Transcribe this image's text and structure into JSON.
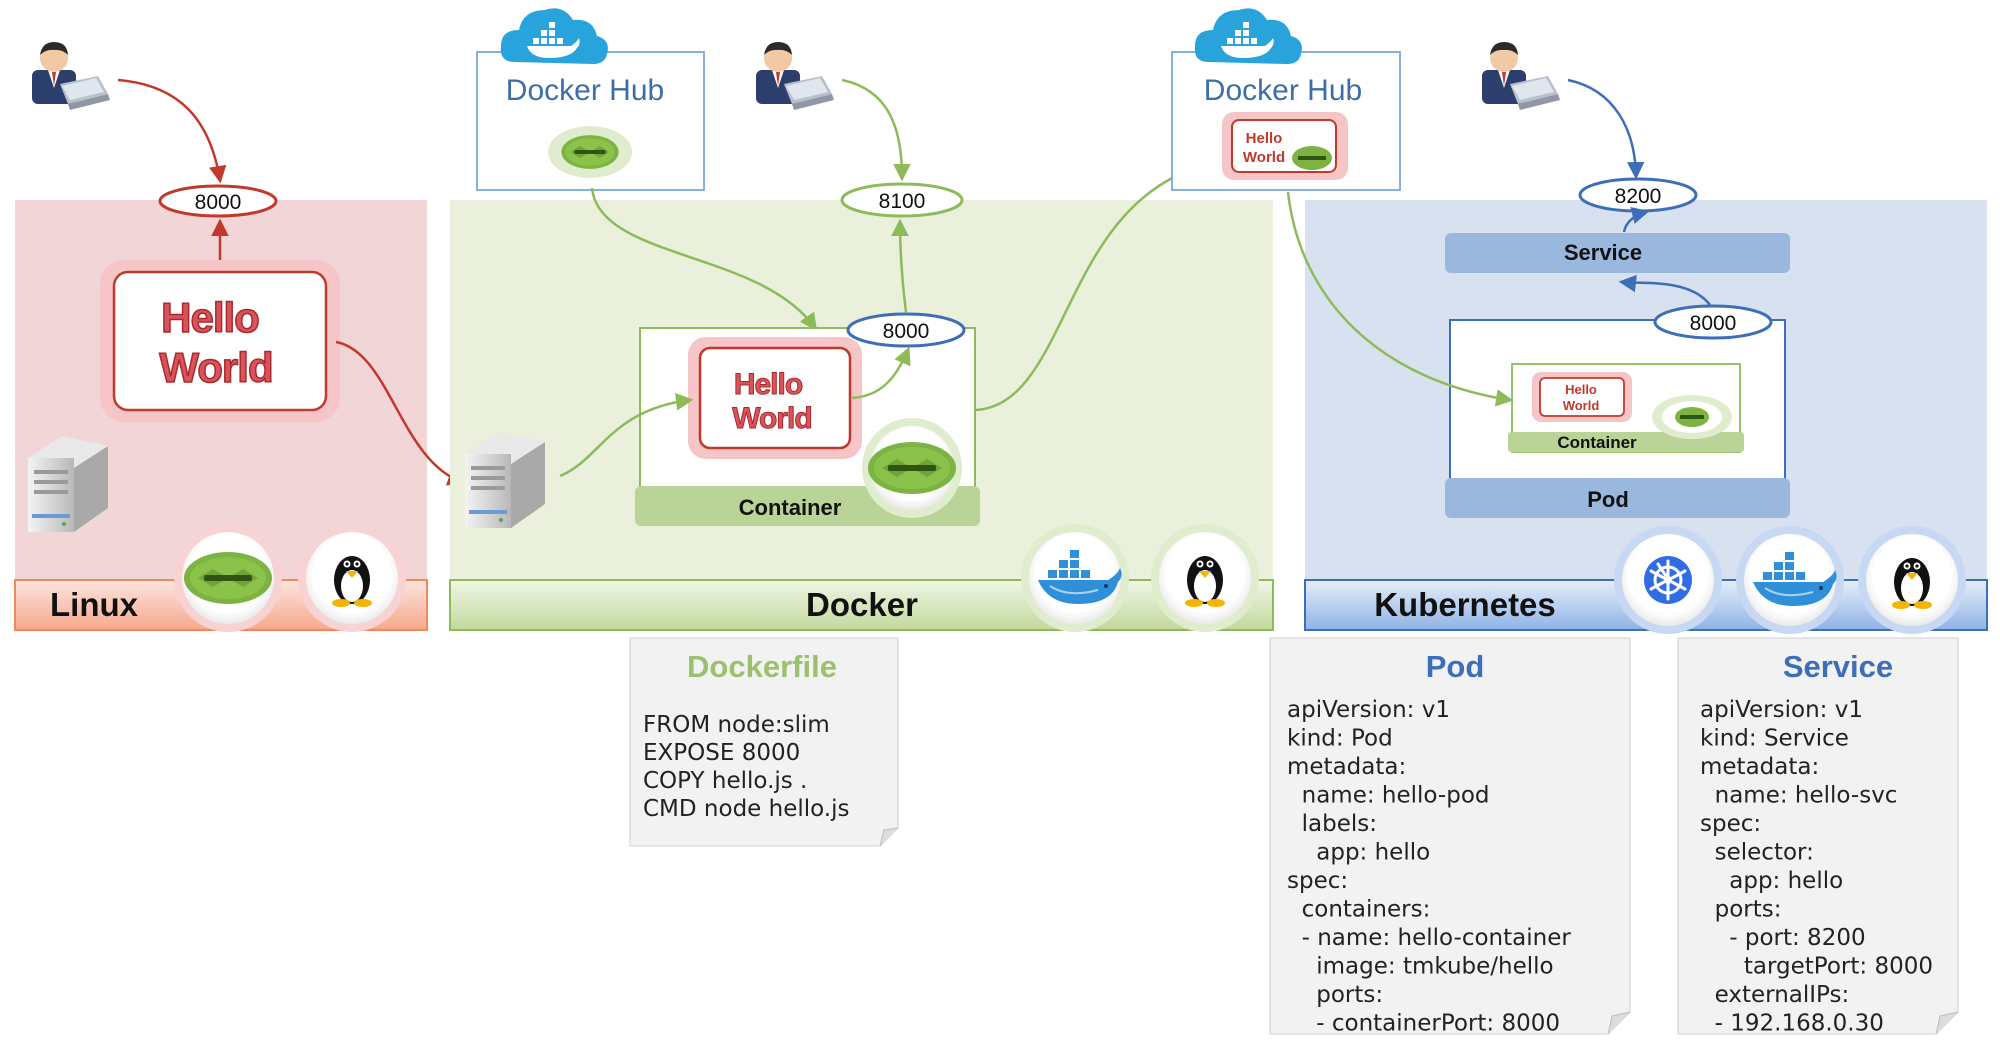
{
  "colors": {
    "linux_panel": "#f2d5d6",
    "docker_panel": "#eaf0dc",
    "k8s_panel": "#d7e1f0",
    "linux_accent": "#c0392b",
    "docker_accent": "#8dbb5a",
    "k8s_accent": "#3d6fb8",
    "node_green": "#7cb342"
  },
  "linux": {
    "label": "Linux",
    "port": "8000",
    "hello": "Hello",
    "world": "World",
    "icons": [
      "user-icon",
      "server-icon",
      "nodejs-logo-icon",
      "tux-linux-icon"
    ]
  },
  "docker": {
    "label": "Docker",
    "hub_label": "Docker Hub",
    "external_port": "8100",
    "container_port": "8000",
    "container_label": "Container",
    "hello": "Hello",
    "world": "World",
    "icons": [
      "user-icon",
      "server-icon",
      "docker-whale-icon",
      "tux-linux-icon",
      "nodejs-logo-icon"
    ]
  },
  "kubernetes": {
    "label": "Kubernetes",
    "hub_label": "Docker Hub",
    "service_port": "8200",
    "service_label": "Service",
    "pod_port": "8000",
    "pod_label": "Pod",
    "container_label": "Container",
    "hello": "Hello",
    "world": "World",
    "icons": [
      "user-icon",
      "kubernetes-helm-icon",
      "docker-whale-icon",
      "tux-linux-icon",
      "nodejs-logo-icon"
    ]
  },
  "dockerfile": {
    "title": "Dockerfile",
    "lines": [
      "FROM node:slim",
      "EXPOSE 8000",
      "COPY hello.js .",
      "CMD node hello.js"
    ]
  },
  "pod_yaml": {
    "title": "Pod",
    "lines": [
      "apiVersion: v1",
      "kind: Pod",
      "metadata:",
      "  name: hello-pod",
      "  labels:",
      "    app: hello",
      "spec:",
      "  containers:",
      "  - name: hello-container",
      "    image: tmkube/hello",
      "    ports:",
      "    - containerPort: 8000"
    ]
  },
  "service_yaml": {
    "title": "Service",
    "lines": [
      "apiVersion: v1",
      "kind: Service",
      "metadata:",
      "  name: hello-svc",
      "spec:",
      "  selector:",
      "    app: hello",
      "  ports:",
      "    - port: 8200",
      "      targetPort: 8000",
      "  externalIPs:",
      "  - 192.168.0.30"
    ]
  }
}
